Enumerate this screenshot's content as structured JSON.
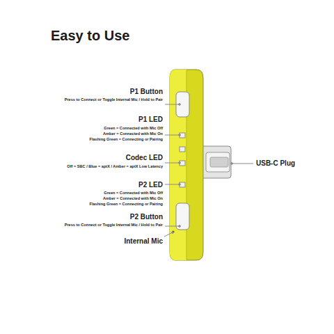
{
  "diagram": {
    "title": "Easy to Use",
    "labels": [
      "P1 Button",
      "Press to Connect or Toggle Internal Mic / Hold to Pair",
      "P1 LED",
      "Green = Connected with Mic Off",
      "Amber = Connected with Mic On",
      "Flashing Green = Connecting or Pairing",
      "Codec LED",
      "Off = SBC / Blue = aptX / Amber = aptX Low Latency",
      "P2 LED",
      "Green = Connected with Mic Off",
      "Amber = Connected with Mic On",
      "Flashing Green = Connecting or Pairing",
      "P2 Button",
      "Press to Connect or Toggle Internal Mic / Hold to Pair",
      "Internal Mic",
      "USB-C Plug"
    ]
  }
}
